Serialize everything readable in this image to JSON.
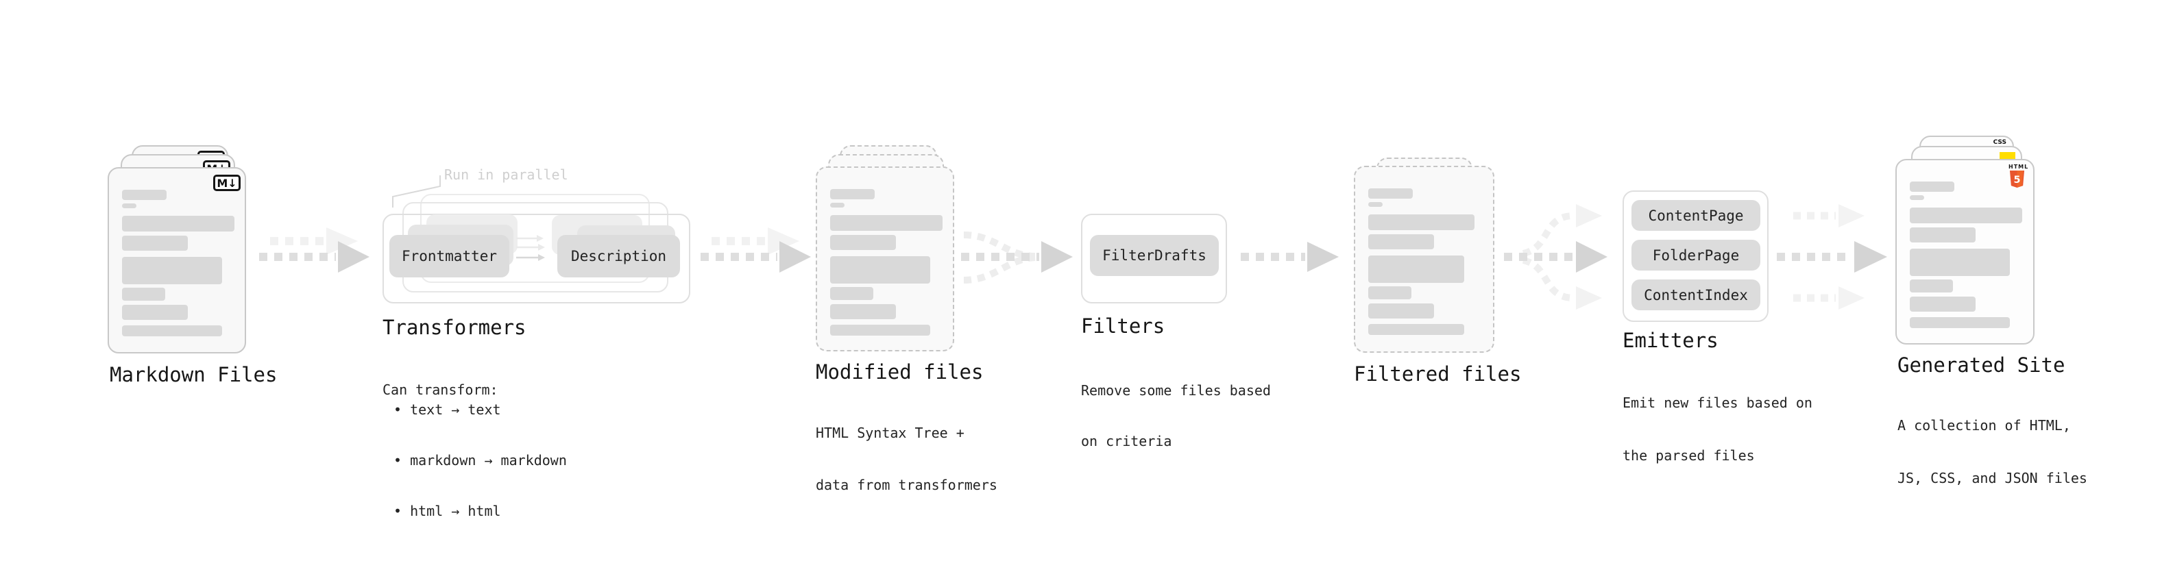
{
  "diagram": {
    "markdown_files": {
      "title": "Markdown Files",
      "badge": "M↓"
    },
    "transformers": {
      "callout": "Run in parallel",
      "node_a": "Frontmatter",
      "node_b": "Description",
      "title": "Transformers",
      "list_heading": "Can transform:",
      "bullets": [
        "text → text",
        "markdown → markdown",
        "html → html"
      ]
    },
    "modified_files": {
      "title": "Modified files",
      "caption": [
        "HTML Syntax Tree +",
        "data from transformers"
      ]
    },
    "filters": {
      "title": "Filters",
      "node": "FilterDrafts",
      "caption": [
        "Remove some files based",
        "on criteria"
      ]
    },
    "filtered_files": {
      "title": "Filtered files"
    },
    "emitters": {
      "title": "Emitters",
      "nodes": [
        "ContentPage",
        "FolderPage",
        "ContentIndex"
      ],
      "caption": [
        "Emit new files based on",
        "the parsed files"
      ]
    },
    "generated_site": {
      "title": "Generated Site",
      "caption": [
        "A collection of HTML,",
        "JS, CSS, and JSON files"
      ],
      "badge_css": "CSS",
      "badge_html_label": "HTML",
      "badge_html_number": "5"
    }
  },
  "colors": {
    "css_blue": "#2962ff",
    "js_yellow": "#ffdd00",
    "html_orange": "#e8552e",
    "html_orange_light": "#f16529",
    "node_fill": "#dcdcdc",
    "bar_fill": "#d9d9d9",
    "card_border": "#c8c8c8",
    "arrow_main": "#d4d4d4",
    "arrow_faint": "#f1f1f1",
    "muted_text": "#cfcfcf",
    "text": "#161616"
  }
}
